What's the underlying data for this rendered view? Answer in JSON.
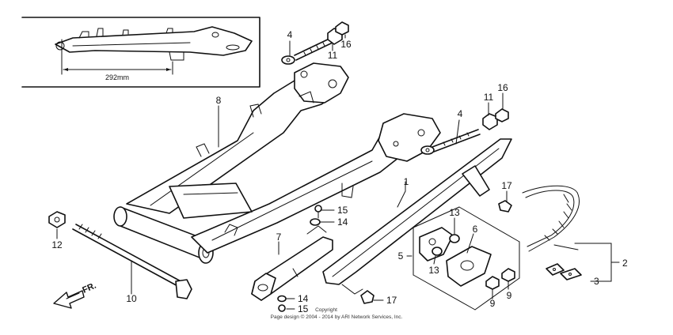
{
  "inset": {
    "dimension": "292mm"
  },
  "direction_label": "FR.",
  "callouts": {
    "c1": "1",
    "c2": "2",
    "c3": "3",
    "c4a": "4",
    "c4b": "4",
    "c5": "5",
    "c6": "6",
    "c7": "7",
    "c8": "8",
    "c9a": "9",
    "c9b": "9",
    "c10": "10",
    "c11a": "11",
    "c11b": "11",
    "c12": "12",
    "c13a": "13",
    "c13b": "13",
    "c14a": "14",
    "c14b": "14",
    "c15a": "15",
    "c15b": "15",
    "c16a": "16",
    "c16b": "16",
    "c17a": "17",
    "c17b": "17"
  },
  "copyright": {
    "line1": "Copyright",
    "line2": "Page design © 2004 - 2014 by ARI Network Services, Inc."
  }
}
